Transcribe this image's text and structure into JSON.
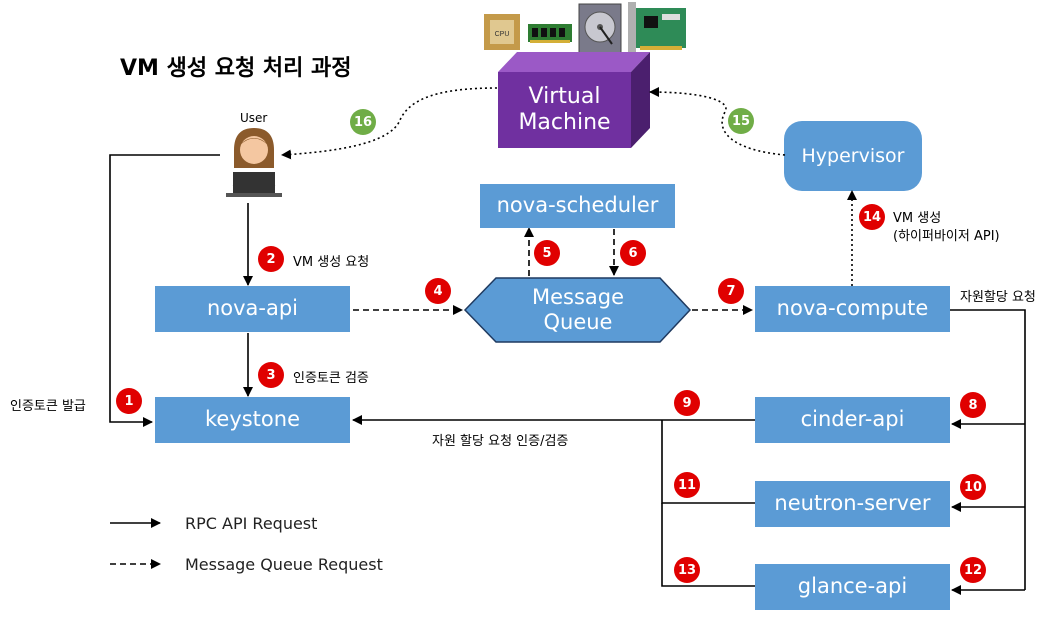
{
  "title": "VM 생성 요청 처리 과정",
  "colors": {
    "box": "#5b9bd5",
    "vm_front": "#7030a0",
    "step_badge": "#e00000",
    "return_badge": "#70ad47"
  },
  "nodes": {
    "user": "User",
    "vm_line1": "Virtual",
    "vm_line2": "Machine",
    "hypervisor": "Hypervisor",
    "scheduler": "nova-scheduler",
    "mq_line1": "Message",
    "mq_line2": "Queue",
    "nova_api": "nova-api",
    "nova_compute": "nova-compute",
    "keystone": "keystone",
    "cinder": "cinder-api",
    "neutron": "neutron-server",
    "glance": "glance-api"
  },
  "hardware_icons": [
    "cpu-icon",
    "ram-icon",
    "hard-disk-icon",
    "network-card-icon"
  ],
  "hardware_cpu_text": "CPU",
  "labels": {
    "vm_request": "VM 생성 요청",
    "token_verify": "인증토큰 검증",
    "token_issue": "인증토큰 발급",
    "resource_alloc": "자원할당 요청",
    "resource_verify": "자원 할당 요청 인증/검증",
    "vm_create_1": "VM 생성",
    "vm_create_2": "(하이퍼바이저 API)"
  },
  "steps": [
    "1",
    "2",
    "3",
    "4",
    "5",
    "6",
    "7",
    "8",
    "9",
    "10",
    "11",
    "12",
    "13",
    "14",
    "15",
    "16"
  ],
  "legend": {
    "rpc": "RPC API Request",
    "mq": "Message Queue Request"
  }
}
